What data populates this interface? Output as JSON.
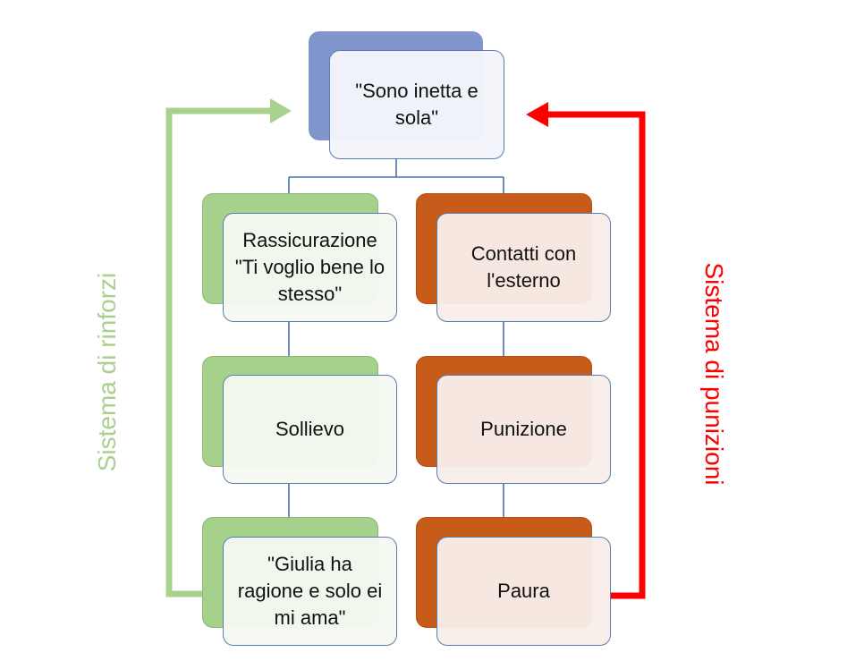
{
  "nodes": {
    "root": "\"Sono inetta e sola\"",
    "left_1": "Rassicurazione \"Ti voglio bene lo stesso\"",
    "left_2": "Sollievo",
    "left_3": "\"Giulia ha ragione e solo ei mi ama\"",
    "right_1": "Contatti con l'esterno",
    "right_2": "Punizione",
    "right_3": "Paura"
  },
  "labels": {
    "left_cycle": "Sistema di rinforzi",
    "right_cycle": "Sistema di punizioni"
  },
  "colors": {
    "root": "#7f95cc",
    "reinforcement": "#a6d18c",
    "punishment": "#c65b1a",
    "connector": "#4a72b0",
    "left_arrow": "#a9d18e",
    "right_arrow": "#ff0000"
  }
}
